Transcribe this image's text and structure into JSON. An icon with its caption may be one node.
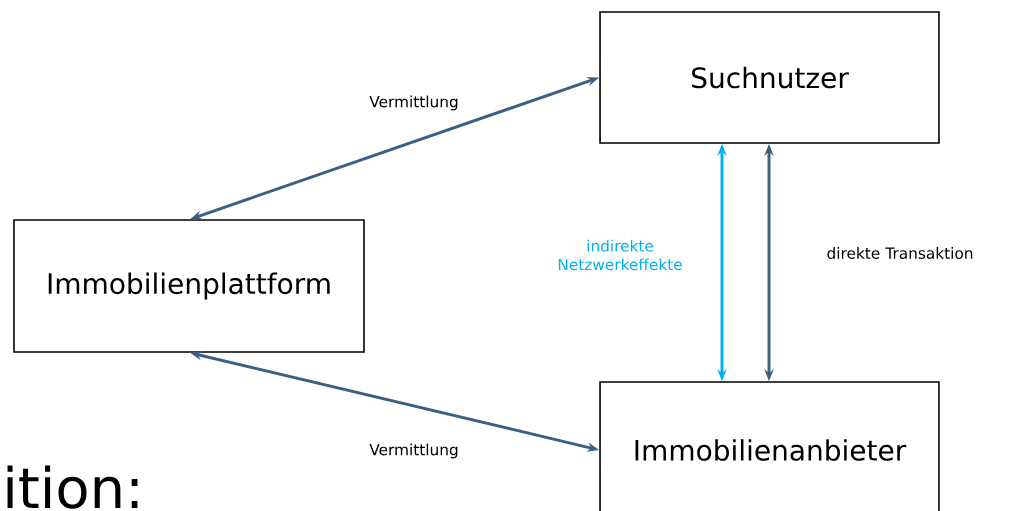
{
  "diagram": {
    "nodes": [
      {
        "text": [
          "Suchnutzer"
        ]
      },
      {
        "text": [
          "Immobilienplattform"
        ]
      },
      {
        "text": [
          "Immobilienanbieter"
        ]
      }
    ],
    "edges": [
      {
        "from": 0,
        "to": 1,
        "arrow": "both",
        "label": "Vermittlung"
      },
      {
        "from": 1,
        "to": 2,
        "arrow": "both",
        "label": "Vermittlung"
      },
      {
        "from": 0,
        "to": 2,
        "arrow": "both",
        "label": "indirekte Netzwerkeffekte",
        "color": "#00b0f0"
      },
      {
        "from": 0,
        "to": 2,
        "arrow": "both",
        "label": "direkte Transaktion"
      }
    ],
    "labels": [
      "ition:"
    ]
  }
}
